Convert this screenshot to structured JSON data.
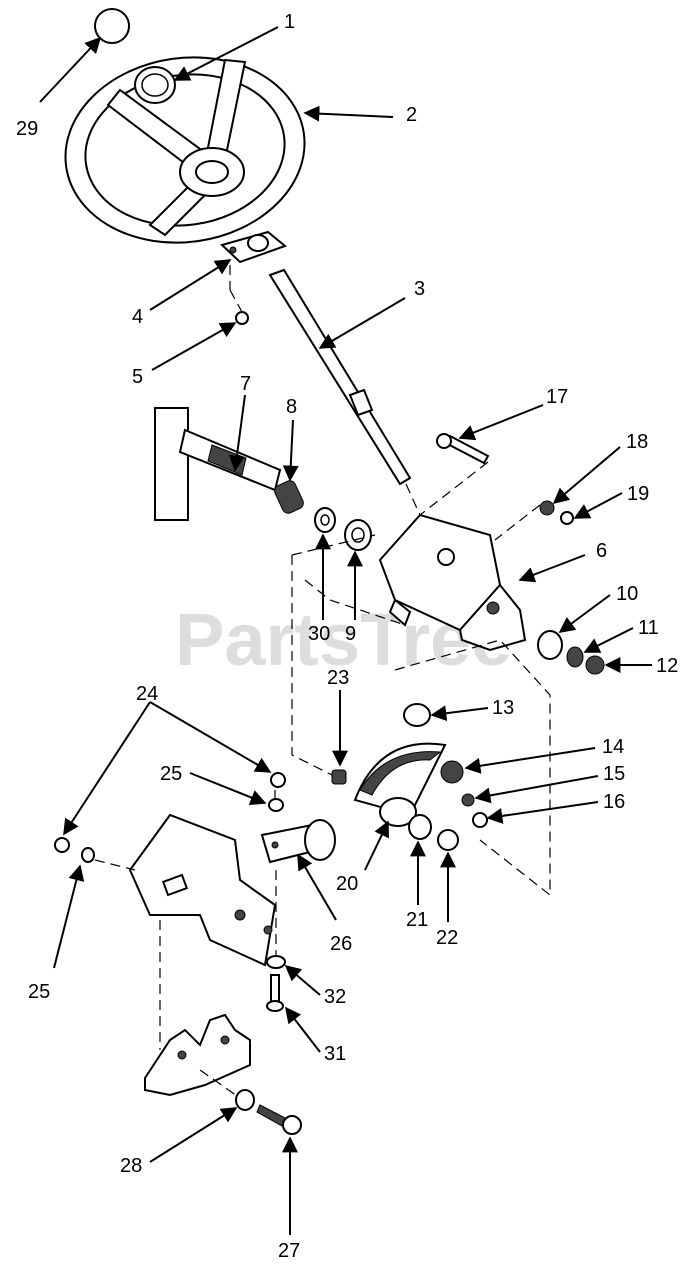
{
  "watermark": "PartsTree",
  "callouts": [
    "1",
    "2",
    "3",
    "4",
    "5",
    "7",
    "8",
    "30",
    "9",
    "17",
    "18",
    "19",
    "6",
    "10",
    "11",
    "12",
    "23",
    "13",
    "24",
    "25",
    "14",
    "15",
    "16",
    "20",
    "21",
    "22",
    "26",
    "32",
    "31",
    "28",
    "27",
    "29"
  ]
}
